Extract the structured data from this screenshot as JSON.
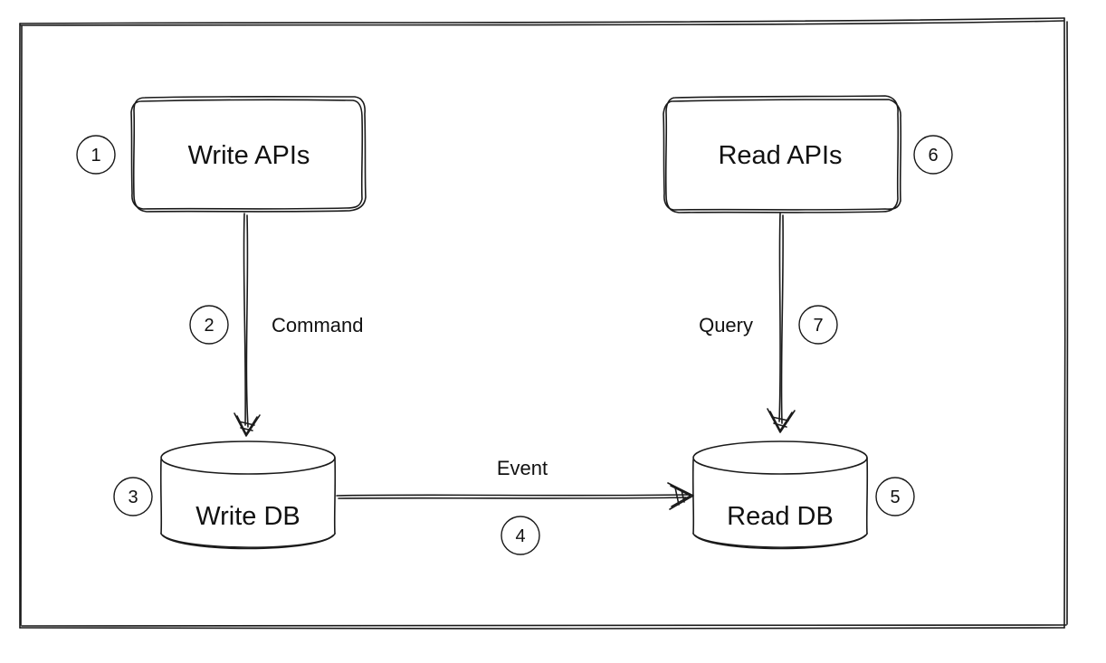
{
  "nodes": {
    "write_apis": {
      "label": "Write APIs",
      "step": "1"
    },
    "read_apis": {
      "label": "Read APIs",
      "step": "6"
    },
    "write_db": {
      "label": "Write DB",
      "step": "3"
    },
    "read_db": {
      "label": "Read DB",
      "step": "5"
    }
  },
  "edges": {
    "command": {
      "label": "Command",
      "step": "2"
    },
    "query": {
      "label": "Query",
      "step": "7"
    },
    "event": {
      "label": "Event",
      "step": "4"
    }
  }
}
